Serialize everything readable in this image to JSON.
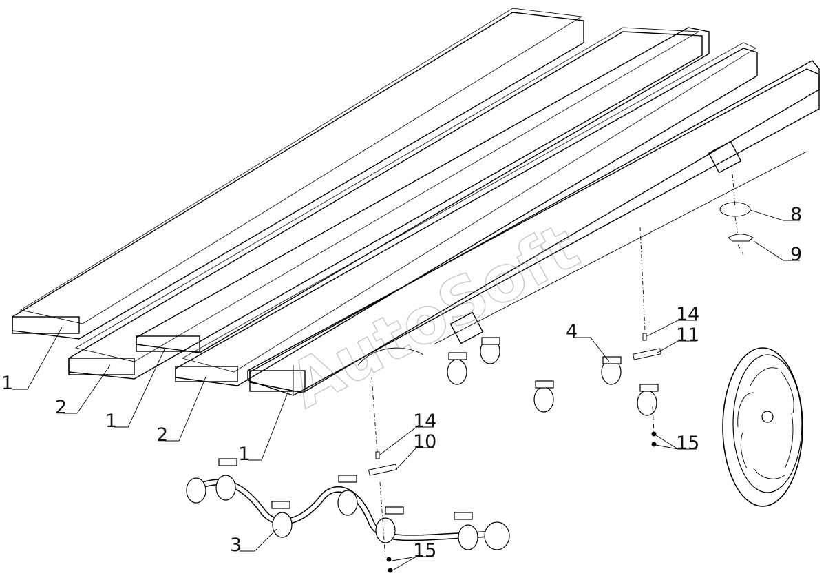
{
  "watermark": "AutoSoft",
  "callouts": [
    {
      "id": "c1a",
      "label": "1"
    },
    {
      "id": "c2a",
      "label": "2"
    },
    {
      "id": "c1b",
      "label": "1"
    },
    {
      "id": "c2b",
      "label": "2"
    },
    {
      "id": "c1c",
      "label": "1"
    },
    {
      "id": "c3",
      "label": "3"
    },
    {
      "id": "c4",
      "label": "4"
    },
    {
      "id": "c8",
      "label": "8"
    },
    {
      "id": "c9",
      "label": "9"
    },
    {
      "id": "c10",
      "label": "10"
    },
    {
      "id": "c11",
      "label": "11"
    },
    {
      "id": "c14a",
      "label": "14"
    },
    {
      "id": "c14b",
      "label": "14"
    },
    {
      "id": "c15a",
      "label": "15"
    },
    {
      "id": "c15b",
      "label": "15"
    }
  ]
}
